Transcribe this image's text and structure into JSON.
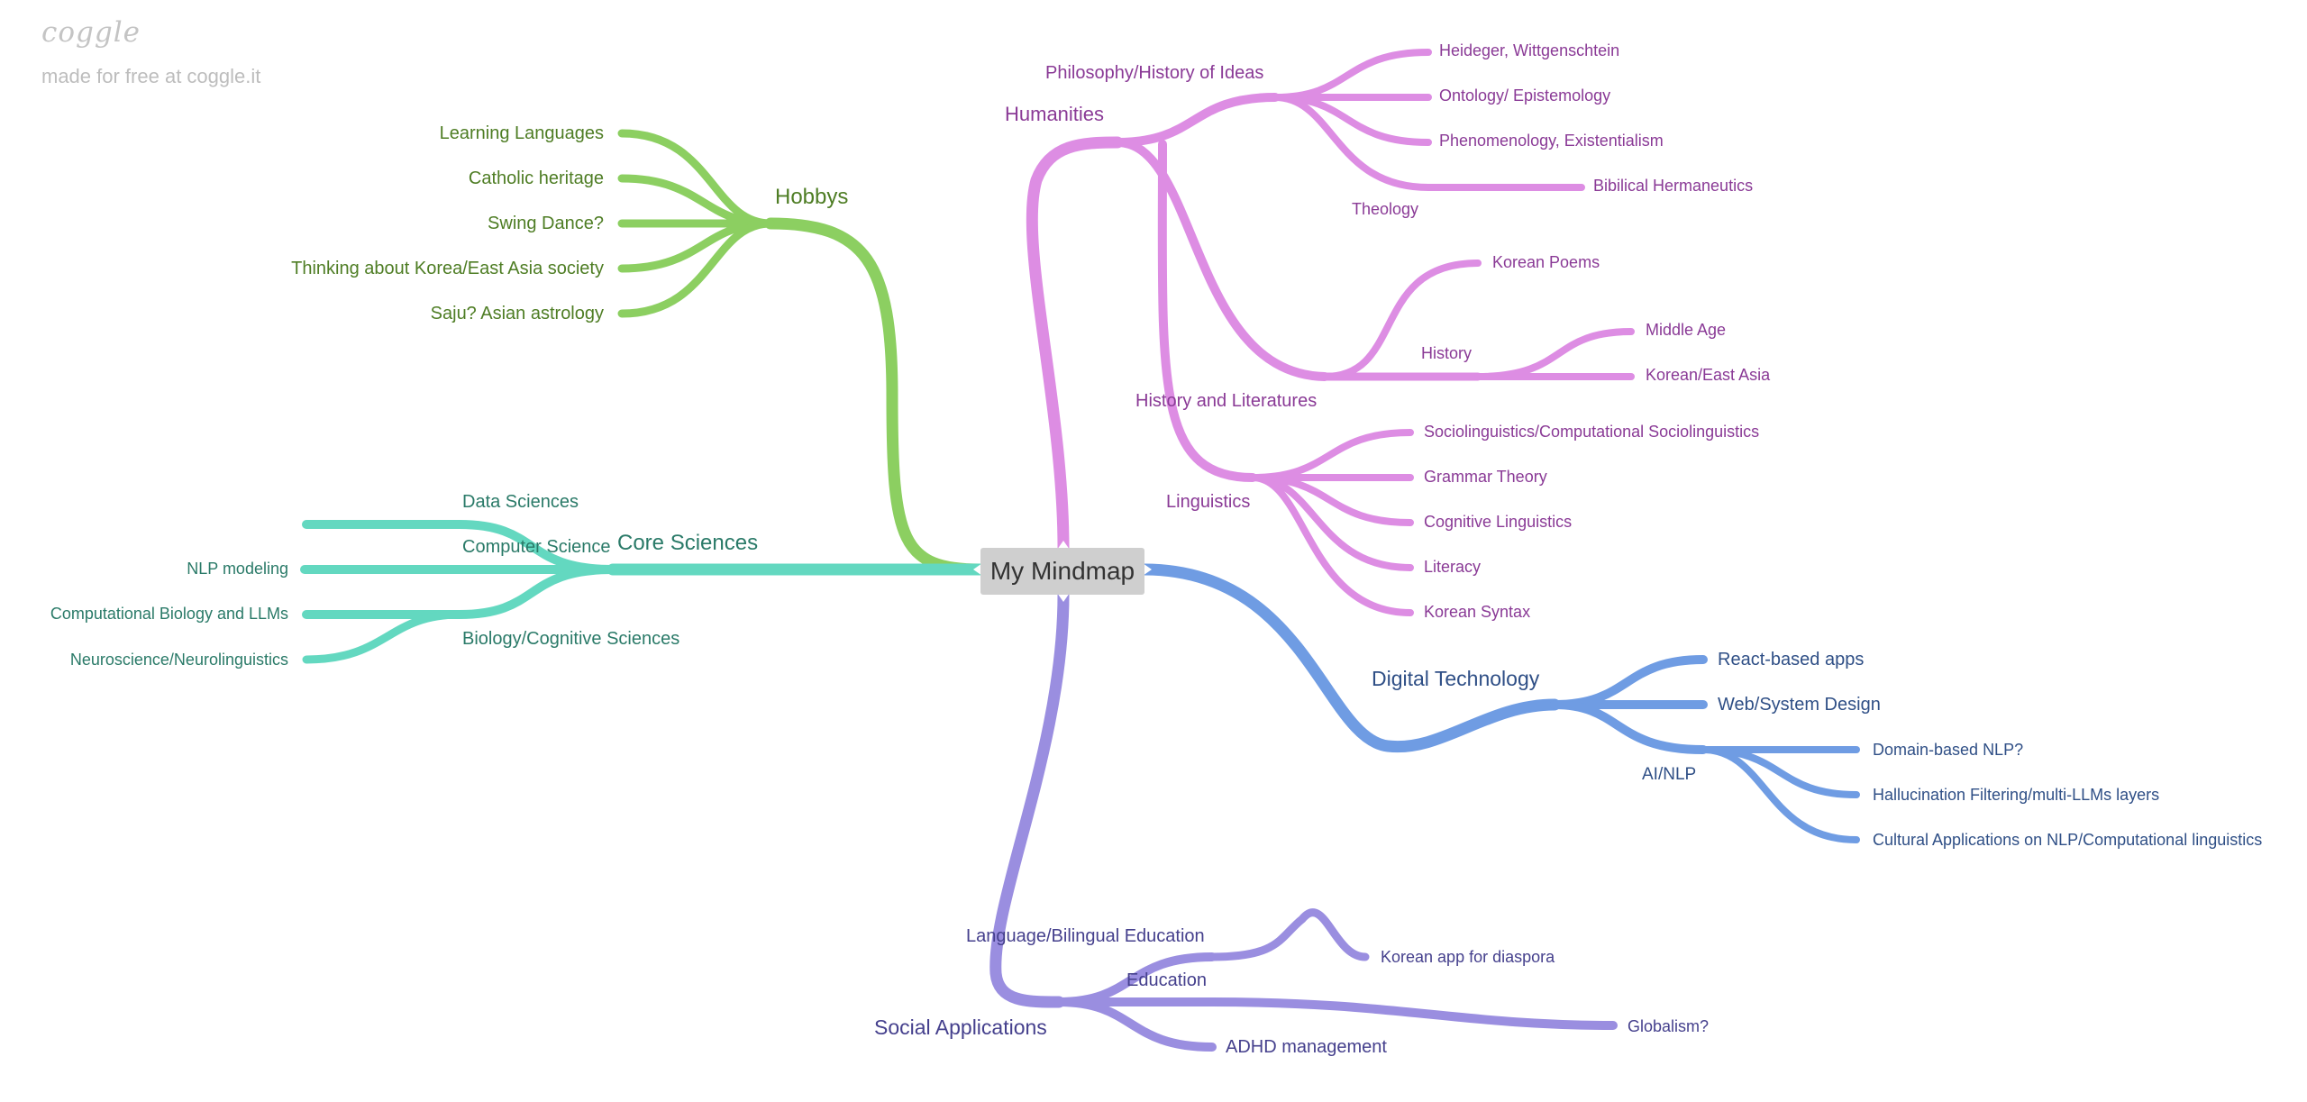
{
  "brand": {
    "logo": "coggle",
    "tagline": "made for free at coggle.it"
  },
  "colors": {
    "hobbies": "#8ccf61",
    "hobbies_text": "#4e7d24",
    "core": "#63d8c0",
    "core_text": "#2a7a68",
    "humanities": "#dd8de3",
    "humanities_text": "#8a3a96",
    "digital": "#6f9ce3",
    "digital_text": "#2f4f86",
    "social": "#9a8ee0",
    "social_text": "#45408d",
    "root_box": "#cfcfcf",
    "root_text": "#333333"
  },
  "root": {
    "label": "My Mindmap"
  },
  "branches": {
    "hobbies": {
      "label": "Hobbys",
      "children": [
        "Learning Languages",
        "Catholic heritage",
        "Swing Dance?",
        "Thinking about Korea/East Asia society",
        "Saju? Asian astrology"
      ]
    },
    "core": {
      "label": "Core Sciences",
      "children": {
        "data": "Data Sciences",
        "cs": "Computer Science",
        "nlp": "NLP modeling",
        "bio": "Biology/Cognitive Sciences",
        "compbio": "Computational Biology and LLMs",
        "neuro": "Neuroscience/Neurolinguistics"
      }
    },
    "humanities": {
      "label": "Humanities",
      "philosophy": {
        "label": "Philosophy/History of Ideas",
        "children": [
          "Heideger, Wittgenschtein",
          "Ontology/ Epistemology",
          "Phenomenology, Existentialism"
        ],
        "theology": {
          "label": "Theology",
          "child": "Bibilical Hermaneutics"
        }
      },
      "history_lit": {
        "label": "History and Literatures",
        "korean_poems": "Korean Poems",
        "history": {
          "label": "History",
          "children": [
            "Middle Age",
            "Korean/East Asia"
          ]
        }
      },
      "linguistics": {
        "label": "Linguistics",
        "children": [
          "Sociolinguistics/Computational Sociolinguistics",
          "Grammar Theory",
          "Cognitive Linguistics",
          "Literacy",
          "Korean Syntax"
        ]
      }
    },
    "digital": {
      "label": "Digital Technology",
      "children": [
        "React-based apps",
        "Web/System Design"
      ],
      "ai": {
        "label": "AI/NLP",
        "children": [
          "Domain-based NLP?",
          "Hallucination Filtering/multi-LLMs layers",
          "Cultural Applications on NLP/Computational linguistics"
        ]
      }
    },
    "social": {
      "label": "Social Applications",
      "education": {
        "label": "Education",
        "lang": {
          "label": "Language/Bilingual Education",
          "child": "Korean app for diaspora"
        }
      },
      "globalism": "Globalism?",
      "adhd": "ADHD management"
    }
  }
}
